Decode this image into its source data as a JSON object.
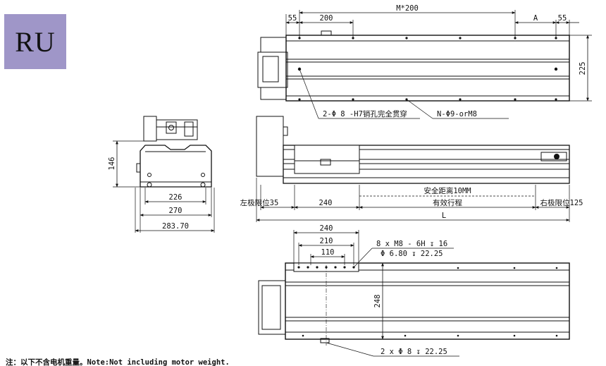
{
  "badge": {
    "label": "RU",
    "color": "#9f96c8"
  },
  "top_view": {
    "dims": {
      "left_end": "55",
      "pitch": "200",
      "mid": "M*200",
      "a": "A",
      "right_end": "55",
      "height": "225"
    },
    "callouts": {
      "pin_holes": "2-Φ 8 -H7销孔完全贯穿",
      "mount_holes": "N-Φ9-orM8"
    }
  },
  "side_view": {
    "dims": {
      "height": "146",
      "w1": "226",
      "w2": "270",
      "w3": "283.70"
    }
  },
  "front_view": {
    "labels": {
      "safety": "安全距离10MM",
      "left_limit": "左极限位35",
      "carriage": "240",
      "stroke": "有效行程",
      "right_limit": "右极限位125",
      "length": "L"
    }
  },
  "bottom_view": {
    "dims": {
      "d240": "240",
      "d210": "210",
      "d110": "110",
      "height": "248"
    },
    "callouts": {
      "thread": "8 x  M8 - 6H ↧ 16",
      "drill": "Φ 6.80 ↧ 22.25",
      "pins": "2 x Φ 8 ↧ 22.25"
    }
  },
  "footer_note": "注：以下不含电机重量。Note:Not including motor weight."
}
